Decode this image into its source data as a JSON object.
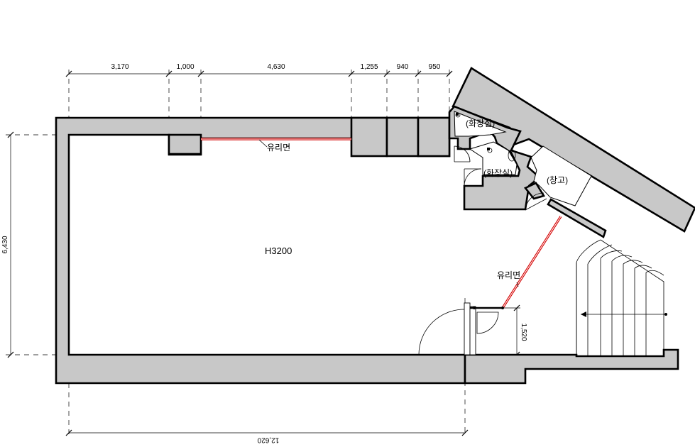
{
  "dimensions_top": [
    "3,170",
    "1,000",
    "4,630",
    "1,255",
    "940",
    "950"
  ],
  "dimension_left": "6,430",
  "dimension_bottom": "12,620",
  "dimension_door": "1,520",
  "ceiling_height": "H3200",
  "labels": {
    "glass_top": "유리면",
    "glass_right": "유리면",
    "toilet_1": "(화장실)",
    "toilet_2": "(화장실)",
    "storage": "(창고)"
  }
}
